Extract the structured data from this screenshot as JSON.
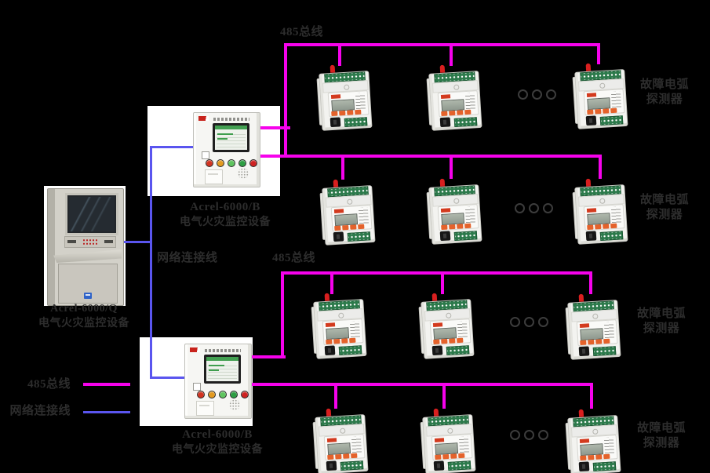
{
  "diagram": {
    "legend": [
      {
        "label": "485总线",
        "color_key": "bus"
      },
      {
        "label": "网络连接线",
        "color_key": "net"
      }
    ],
    "line_labels": {
      "bus_top": "485总线",
      "bus_mid": "485总线",
      "net_mid": "网络连接线"
    },
    "devices": {
      "detector_label_line1": "故障电弧",
      "detector_label_line2": "探测器",
      "monitor_b_model": "Acrel-6000/B",
      "monitor_b_name": "电气火灾监控设备",
      "monitor_q_model": "Acrel-6000/Q",
      "monitor_q_name": "电气火灾监控设备",
      "detector_rows": 4,
      "detectors_visible_per_row": 3
    },
    "colors": {
      "background": "#000000",
      "bus": "#f602ec",
      "net": "#5a55ef",
      "label_text": "#2d2d2d"
    },
    "icons": {
      "ellipsis": "more-devices-dots",
      "antenna": "antenna-led"
    }
  }
}
